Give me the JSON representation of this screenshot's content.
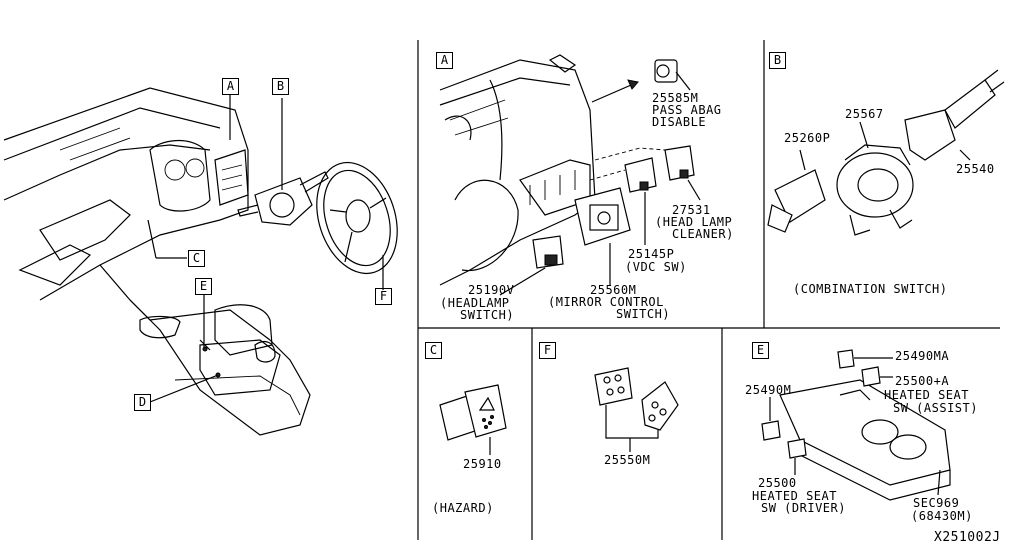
{
  "figure_id": "X251002J",
  "callouts": {
    "overview_A": "A",
    "overview_B": "B",
    "overview_C": "C",
    "overview_D": "D",
    "overview_E": "E",
    "overview_F": "F",
    "section_A": "A",
    "section_B": "B",
    "section_C": "C",
    "section_E": "E",
    "section_F": "F"
  },
  "section_A": {
    "parts": [
      {
        "number": "25585M",
        "name_lines": [
          "PASS ABAG",
          "DISABLE"
        ]
      },
      {
        "number": "27531",
        "name_lines": [
          "(HEAD LAMP",
          "CLEANER)"
        ]
      },
      {
        "number": "25145P",
        "name_lines": [
          "(VDC SW)"
        ]
      },
      {
        "number": "25190V",
        "name_lines": [
          "(HEADLAMP",
          "SWITCH)"
        ]
      },
      {
        "number": "25560M",
        "name_lines": [
          "(MIRROR CONTROL",
          "SWITCH)"
        ]
      }
    ]
  },
  "section_B": {
    "parts": [
      {
        "number": "25567"
      },
      {
        "number": "25260P"
      },
      {
        "number": "25540"
      }
    ],
    "caption": "(COMBINATION SWITCH)"
  },
  "section_C": {
    "parts": [
      {
        "number": "25910"
      }
    ],
    "caption": "(HAZARD)"
  },
  "section_F": {
    "parts": [
      {
        "number": "25550M"
      }
    ]
  },
  "section_E": {
    "parts": [
      {
        "number": "25490MA",
        "name_lines": []
      },
      {
        "number": "25500+A",
        "name_lines": [
          "HEATED SEAT",
          "SW (ASSIST)"
        ]
      },
      {
        "number": "25490M",
        "name_lines": []
      },
      {
        "number": "25500",
        "name_lines": [
          "HEATED SEAT",
          "SW (DRIVER)"
        ]
      },
      {
        "number": "SEC969",
        "name_lines": [
          "(68430M)"
        ]
      }
    ]
  }
}
